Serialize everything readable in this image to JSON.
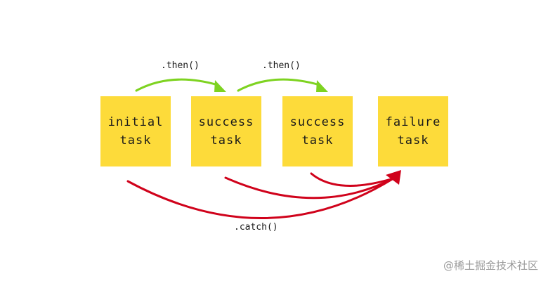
{
  "diagram": {
    "boxes": [
      {
        "label": "initial\ntask"
      },
      {
        "label": "success\ntask"
      },
      {
        "label": "success\ntask"
      },
      {
        "label": "failure\ntask"
      }
    ],
    "edges": {
      "then_label": ".then()",
      "catch_label": ".catch()",
      "then_color": "#7ed321",
      "catch_color": "#d0021b"
    },
    "box_color": "#fddb3a"
  },
  "watermark": {
    "text": "@稀土掘金技术社区"
  }
}
